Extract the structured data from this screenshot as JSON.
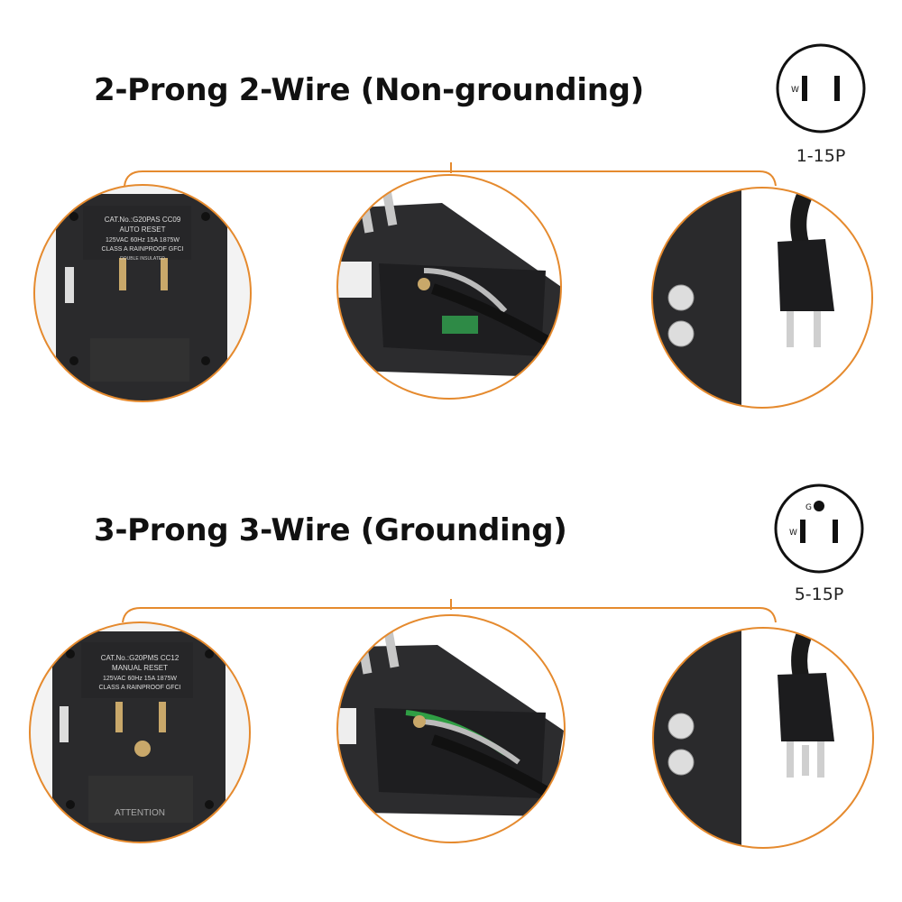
{
  "colors": {
    "accent": "#e58a2e",
    "device_body": "#2a2a2c",
    "ground_wire": "#2f9e44"
  },
  "sections": [
    {
      "title": "2-Prong 2-Wire (Non-grounding)",
      "outlet_type": "1-15P",
      "outlet_letters": [
        "W"
      ],
      "closeups": {
        "back": {
          "lines": [
            "CAT.No.:G20PAS  CC09",
            "AUTO RESET",
            "125VAC 60Hz 15A 1875W",
            "CLASS A RAINPROOF GFCI",
            "DOUBLE INSULATED"
          ]
        }
      }
    },
    {
      "title": "3-Prong 3-Wire (Grounding)",
      "outlet_type": "5-15P",
      "outlet_letters": [
        "G",
        "W"
      ],
      "closeups": {
        "back": {
          "lines": [
            "CAT.No.:G20PMS  CC12",
            "MANUAL RESET",
            "125VAC 60Hz 15A 1875W",
            "CLASS A RAINPROOF GFCI",
            "ATTENTION"
          ]
        }
      }
    }
  ]
}
